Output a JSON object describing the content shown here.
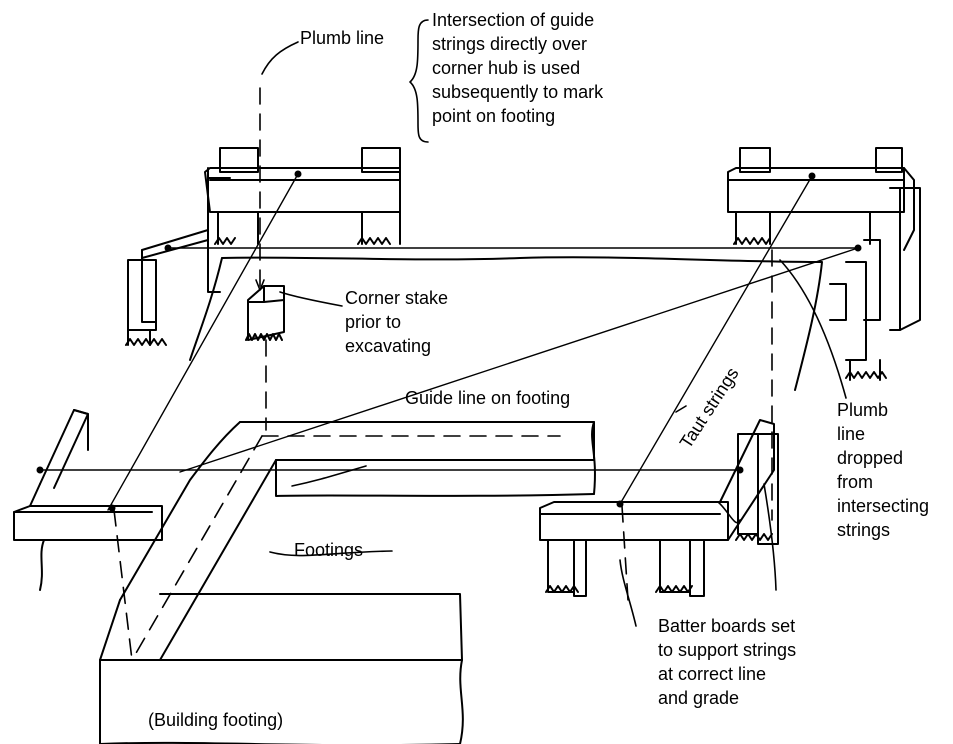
{
  "labels": {
    "intersection": "Intersection of guide\nstrings directly over\ncorner hub is used\nsubsequently to mark\npoint on footing",
    "plumb_line": "Plumb line",
    "corner_stake": "Corner stake\nprior to\nexcavating",
    "guide_line": "Guide line on footing",
    "taut_strings": "Taut strings",
    "plumb_line_dropped": "Plumb\nline\ndropped\nfrom\nintersecting\nstrings",
    "footings": "Footings",
    "batter_boards": "Batter boards set\nto support strings\nat correct line\nand grade",
    "building_footing": "(Building footing)"
  },
  "colors": {
    "ink": "#000000",
    "paper": "#ffffff"
  }
}
